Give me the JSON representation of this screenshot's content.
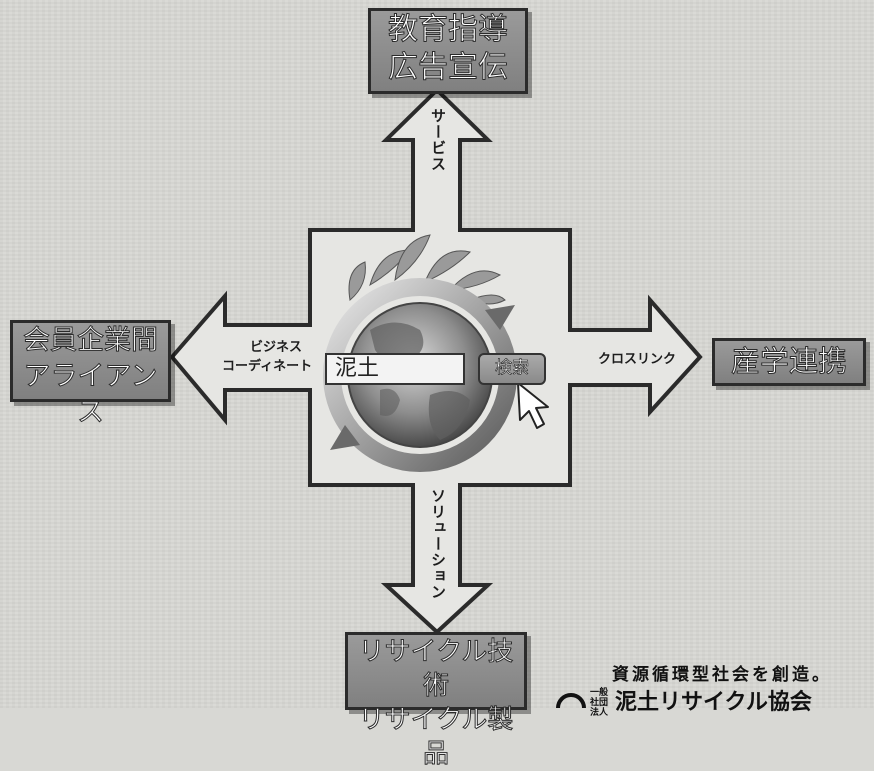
{
  "diagram": {
    "top_box": [
      "教育指導",
      "広告宣伝"
    ],
    "left_box": [
      "会員企業間",
      "アライアンス"
    ],
    "right_box": [
      "産学連携"
    ],
    "bottom_box": [
      "リサイクル技術",
      "リサイクル製品"
    ],
    "arrow_labels": {
      "up": "サービス",
      "left_line1": "ビジネス",
      "left_line2": "コーディネート",
      "right": "クロスリンク",
      "down": "ソリューション"
    },
    "search": {
      "input_value": "泥土",
      "button_label": "検索"
    }
  },
  "footer": {
    "slogan": "資源循環型社会を創造。",
    "org_prefix": "一般社団法人",
    "org_name": "泥土リサイクル協会"
  },
  "colors": {
    "box_fill": "#8f8f8f",
    "outline": "#2b2b2b",
    "background": "#d8d8d4"
  }
}
